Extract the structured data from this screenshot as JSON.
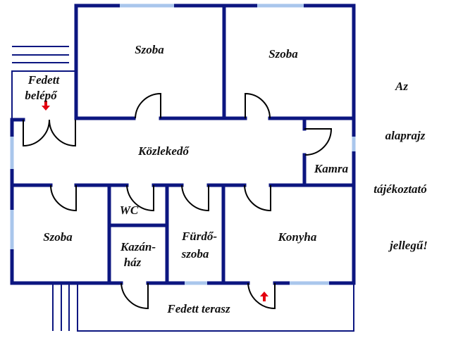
{
  "rooms": {
    "entrance_line1": "Fedett",
    "entrance_line2": "belépő",
    "room_top_left": "Szoba",
    "room_top_right": "Szoba",
    "corridor": "Közlekedő",
    "pantry": "Kamra",
    "wc": "WC",
    "room_bottom_left": "Szoba",
    "boiler_line1": "Kazán-",
    "boiler_line2": "ház",
    "bath_line1": "Fürdő-",
    "bath_line2": "szoba",
    "kitchen": "Konyha",
    "terrace": "Fedett terasz"
  },
  "note": [
    "Az",
    "alaprajz",
    "tájékoztató",
    "jellegű!"
  ],
  "colors": {
    "wall": "#0c1680",
    "window": "#a9c6ec",
    "arrow": "#e3000f"
  }
}
